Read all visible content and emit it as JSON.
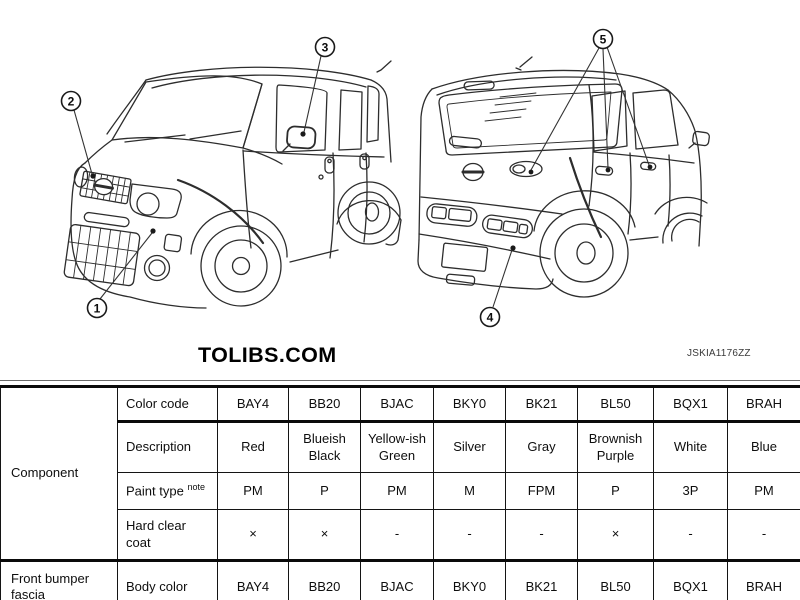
{
  "diagram": {
    "watermark": "TOLIBS.COM",
    "figure_code": "JSKIA1176ZZ",
    "callouts": [
      "1",
      "2",
      "3",
      "4",
      "5"
    ]
  },
  "table": {
    "component_header": "Component",
    "spec_rows": [
      {
        "label": "Color code",
        "values": [
          "BAY4",
          "BB20",
          "BJAC",
          "BKY0",
          "BK21",
          "BL50",
          "BQX1",
          "BRAH"
        ]
      },
      {
        "label": "Description",
        "values": [
          "Red",
          "Blueish Black",
          "Yellow-ish Green",
          "Silver",
          "Gray",
          "Brownish Purple",
          "White",
          "Blue"
        ]
      },
      {
        "label": "Paint type",
        "note": "note",
        "values": [
          "PM",
          "P",
          "PM",
          "M",
          "FPM",
          "P",
          "3P",
          "PM"
        ]
      },
      {
        "label": "Hard clear coat",
        "values": [
          "×",
          "×",
          "-",
          "-",
          "-",
          "×",
          "-",
          "-"
        ]
      }
    ],
    "component_rows": [
      {
        "component": "Front bumper fascia",
        "label": "Body color",
        "values": [
          "BAY4",
          "BB20",
          "BJAC",
          "BKY0",
          "BK21",
          "BL50",
          "BQX1",
          "BRAH"
        ]
      }
    ]
  }
}
